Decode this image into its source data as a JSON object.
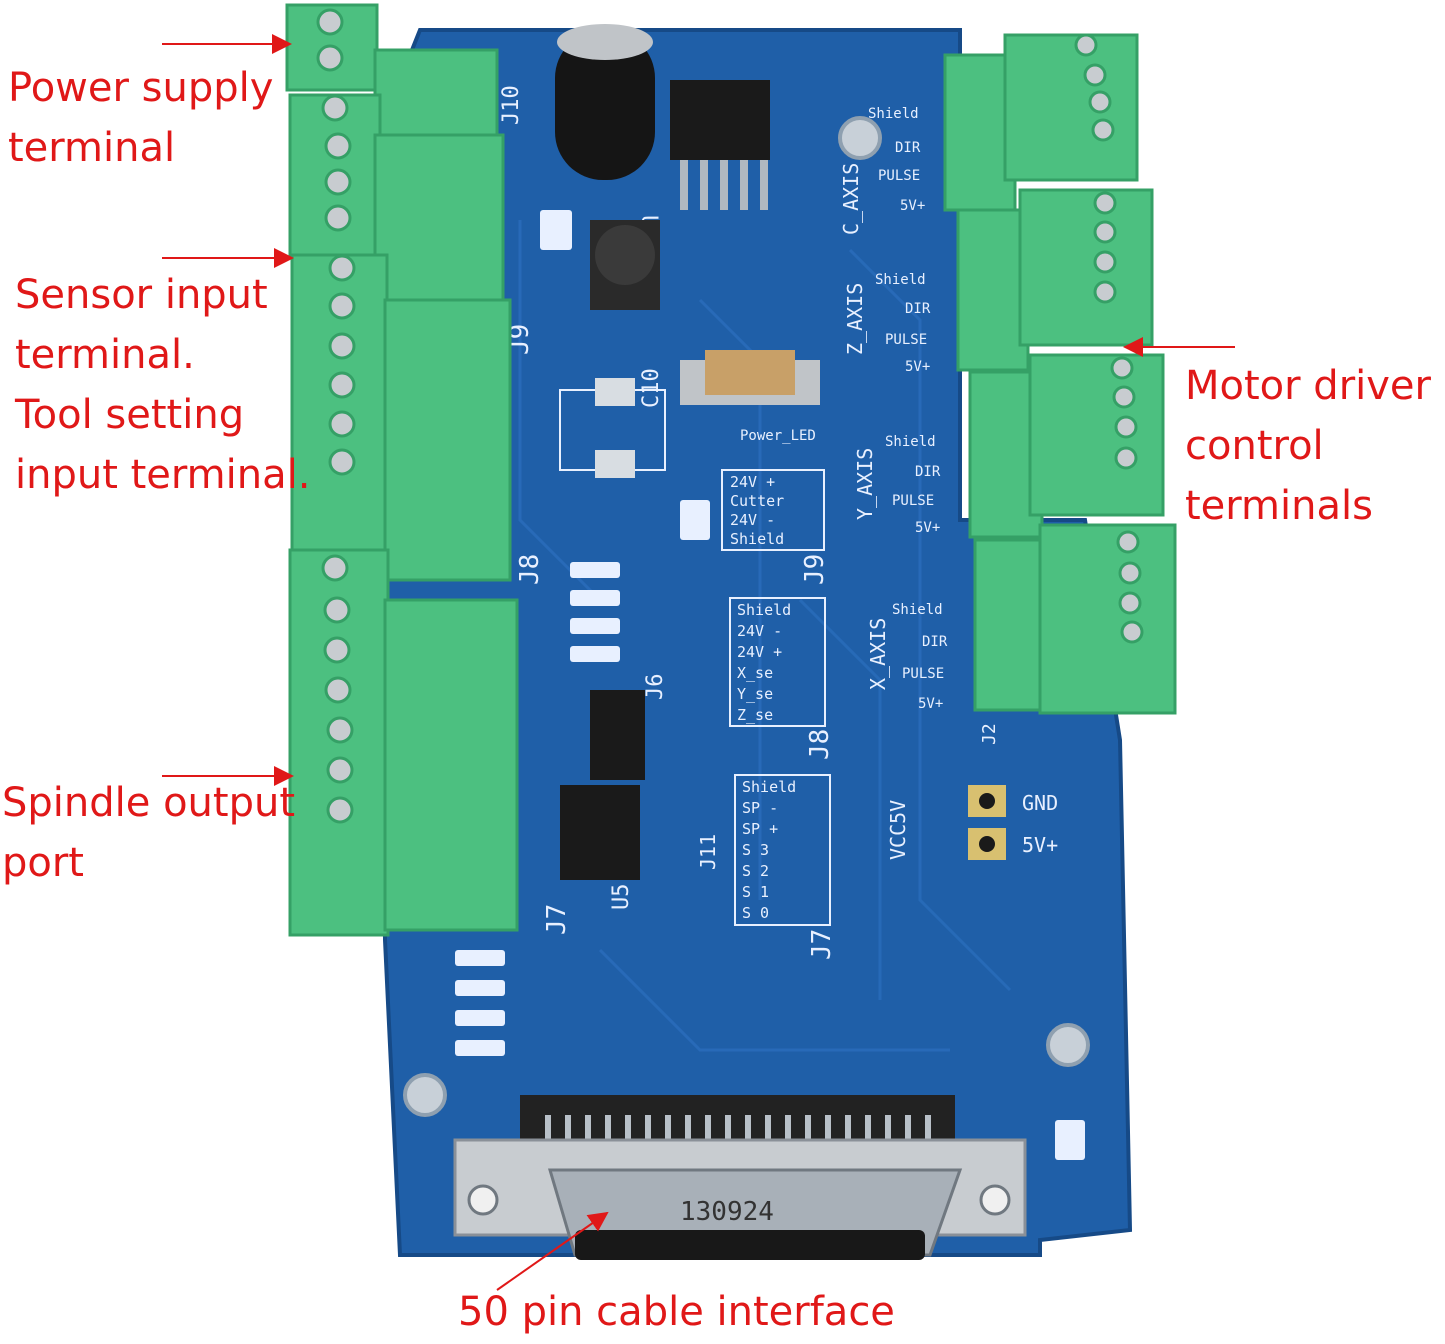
{
  "callouts": {
    "power_supply": "Power supply\nterminal",
    "sensor_input": "Sensor input\nterminal.\nTool setting\ninput terminal.",
    "spindle_output": "Spindle output\nport",
    "motor_driver": "Motor driver\ncontrol\nterminals",
    "cable_interface": "50 pin cable interface"
  },
  "board": {
    "axes": {
      "c": "C_AXIS",
      "z": "Z_AXIS",
      "y": "Y_AXIS",
      "x": "X_AXIS"
    },
    "motor_pin_labels": [
      "Shield",
      "DIR",
      "PULSE",
      "5V+"
    ],
    "connectors": {
      "j10": "J10",
      "j9": "J9",
      "j8": "J8",
      "j7": "J7",
      "j6": "J6",
      "j11": "J11",
      "j2": "J2"
    },
    "components": {
      "u6": "U6",
      "u5": "U5",
      "c10": "C10",
      "power_led": "Power_LED",
      "vcc5v": "VCC5V",
      "gnd": "GND",
      "plus5v": "5V+",
      "dsub_marking": "130924"
    },
    "j9_table": [
      "24V +",
      "Cutter",
      "24V -",
      "Shield"
    ],
    "j8_table": [
      "Shield",
      "24V -",
      "24V +",
      "X_se",
      "Y_se",
      "Z_se"
    ],
    "j7_table": [
      "Shield",
      "SP -",
      "SP +",
      "S 3",
      "S 2",
      "S 1",
      "S 0"
    ]
  },
  "colors": {
    "pcb": "#1f5fa8",
    "pcb_edge": "#164a87",
    "terminal": "#4cc080",
    "terminal_dark": "#35a066",
    "annotation": "#e01818",
    "silkscreen": "#e8f0ff"
  }
}
